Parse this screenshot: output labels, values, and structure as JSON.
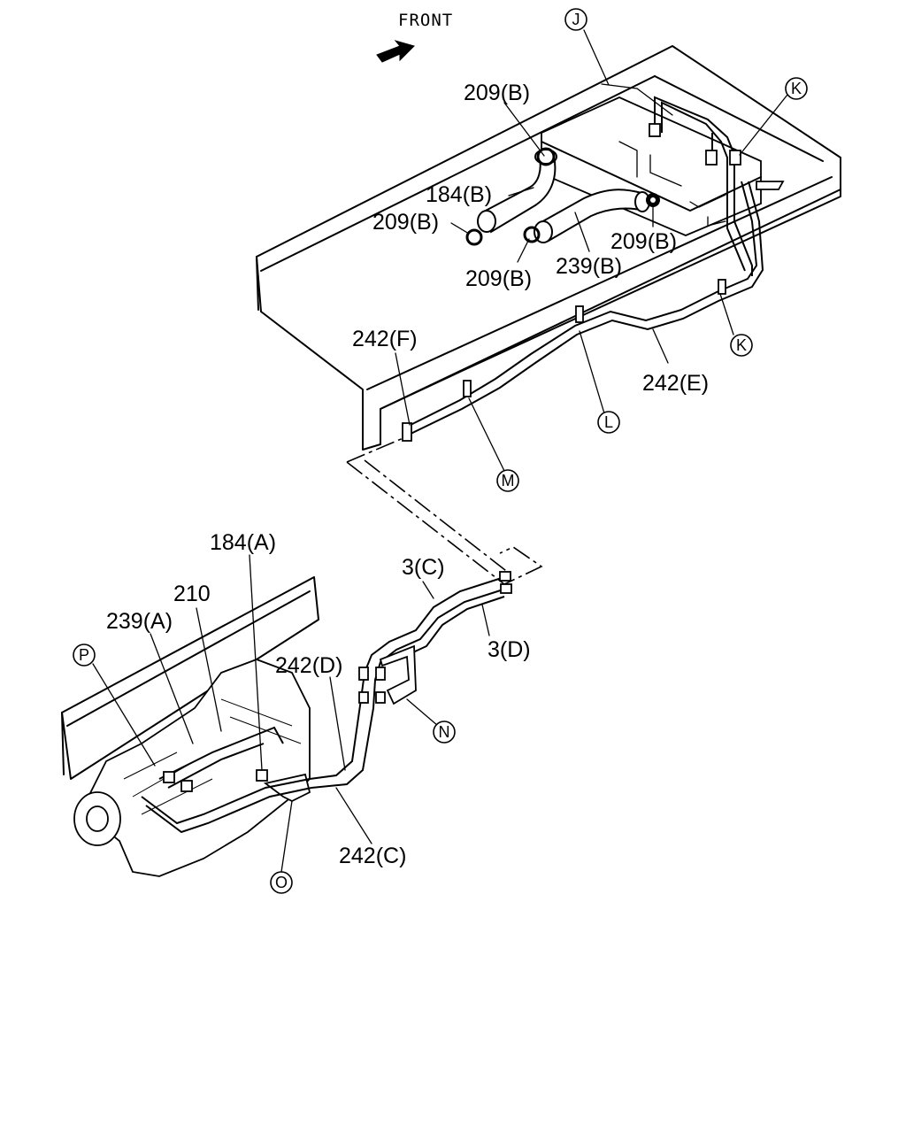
{
  "diagram": {
    "front_label": "FRONT",
    "parts": {
      "p209b_1": "209(B)",
      "p184b": "184(B)",
      "p209b_2": "209(B)",
      "p209b_3": "209(B)",
      "p209b_4": "209(B)",
      "p239b": "239(B)",
      "p242f": "242(F)",
      "p242e": "242(E)",
      "p184a": "184(A)",
      "p210": "210",
      "p239a": "239(A)",
      "p3c": "3(C)",
      "p3d": "3(D)",
      "p242d": "242(D)",
      "p242c": "242(C)"
    },
    "callouts": {
      "j": "J",
      "k1": "K",
      "k2": "K",
      "l": "L",
      "m": "M",
      "n": "N",
      "o": "O",
      "p": "P"
    }
  }
}
